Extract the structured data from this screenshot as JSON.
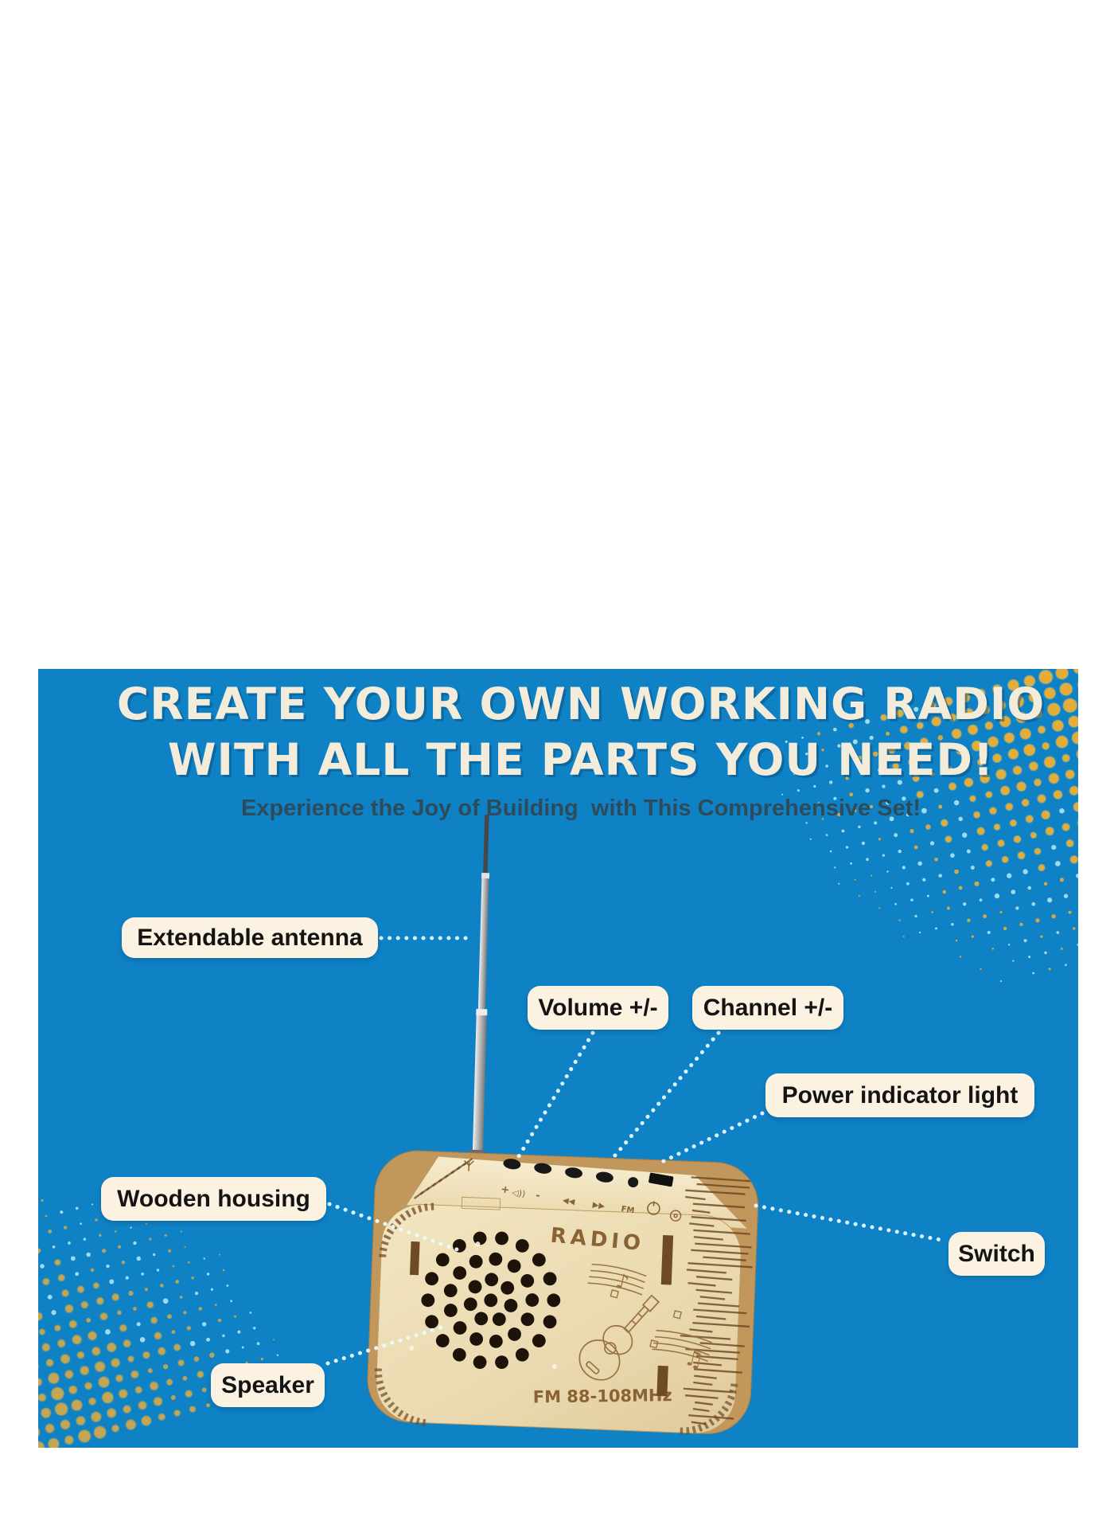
{
  "header": {
    "title_line1": "CREATE YOUR OWN WORKING RADIO",
    "title_line2": "WITH ALL THE PARTS YOU NEED!",
    "subtitle": "Experience the Joy of Building  with This Comprehensive Set!"
  },
  "callouts": {
    "antenna": "Extendable antenna",
    "volume": "Volume +/-",
    "channel": "Channel +/-",
    "power": "Power indicator light",
    "housing": "Wooden housing",
    "switch": "Switch",
    "speaker": "Speaker"
  },
  "radio": {
    "brand": "RADIO",
    "band": "FM 88-108MHz",
    "top_markings": {
      "plus": "+",
      "speaker_icon": "◁))",
      "minus": "-",
      "rew": "◀◀",
      "fwd": "▶▶",
      "fm": "FM"
    },
    "engraving_notes": "♪♫"
  },
  "colors": {
    "panel_blue": "#0f82c6",
    "pill_cream": "#fcf2e2",
    "title_cream": "#f3ecda",
    "subtitle_navy": "#2e4b5c",
    "gold_dot_tr": "#e6ac38",
    "gold_ring_tr": "#bcb26c",
    "gold_dot_bl": "#c6a553",
    "gold_ring_bl": "#9aa266",
    "pale_dot": "#aee4ef",
    "leader_dot": "#e9fbff",
    "wood_light": "#f2e6c4",
    "wood_mid": "#e6d2a6",
    "wood_edge": "#c2975c",
    "engraving": "#8a6335",
    "speaker_hole": "#1d1309"
  }
}
